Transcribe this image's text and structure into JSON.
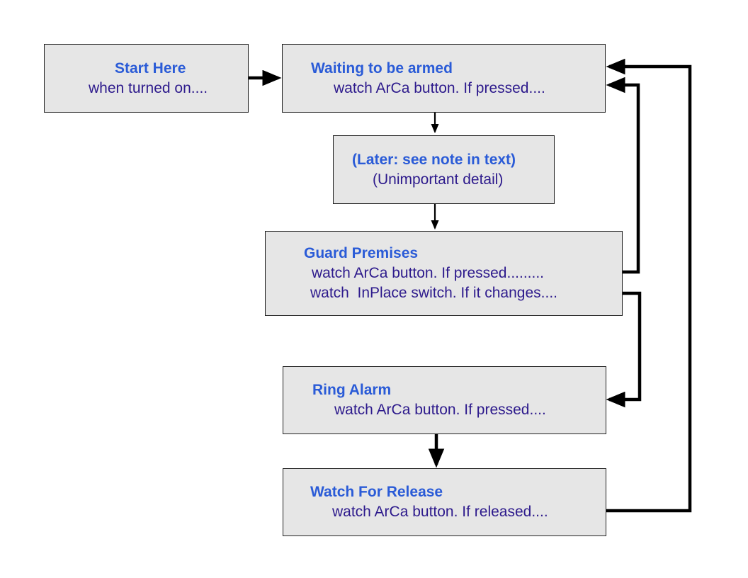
{
  "colors": {
    "title": "#2a5bd7",
    "body": "#2d1a8c",
    "box_fill": "#e6e6e6",
    "box_border": "#222222",
    "arrow": "#000000"
  },
  "nodes": {
    "start": {
      "title": "Start Here",
      "lines": [
        "when turned on...."
      ]
    },
    "waiting": {
      "title": "Waiting to be armed",
      "lines": [
        "watch ArCa button. If pressed...."
      ]
    },
    "later": {
      "title": "(Later: see note in text)",
      "lines": [
        "(Unimportant detail)"
      ]
    },
    "guard": {
      "title": "Guard Premises",
      "lines": [
        "watch ArCa button. If pressed.........",
        "watch  InPlace switch. If it changes...."
      ]
    },
    "ring": {
      "title": "Ring Alarm",
      "lines": [
        "watch ArCa button. If pressed...."
      ]
    },
    "release": {
      "title": "Watch For Release",
      "lines": [
        "watch ArCa button. If released...."
      ]
    }
  },
  "edges": [
    {
      "from": "start",
      "to": "waiting"
    },
    {
      "from": "waiting",
      "to": "later"
    },
    {
      "from": "later",
      "to": "guard"
    },
    {
      "from": "guard",
      "to": "waiting"
    },
    {
      "from": "guard",
      "to": "ring"
    },
    {
      "from": "ring",
      "to": "release"
    },
    {
      "from": "release",
      "to": "waiting"
    }
  ]
}
